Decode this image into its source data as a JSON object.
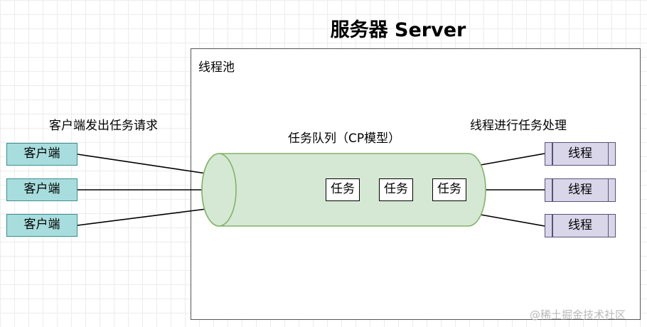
{
  "title": "服务器 Server",
  "server": {
    "pool_label": "线程池",
    "queue_label": "任务队列（CP模型）",
    "tasks": [
      "任务",
      "任务",
      "任务"
    ]
  },
  "clients_caption": "客户端发出任务请求",
  "clients": [
    "客户端",
    "客户端",
    "客户端"
  ],
  "threads_caption": "线程进行任务处理",
  "threads": [
    "线程",
    "线程",
    "线程"
  ],
  "watermark": "@稀土掘金技术社区",
  "colors": {
    "client_fill": "#a8ddde",
    "client_stroke": "#3c8e90",
    "queue_fill": "#d5e8d4",
    "queue_stroke": "#82b366",
    "thread_fill": "#d9d6ea",
    "thread_stroke": "#56517a"
  }
}
